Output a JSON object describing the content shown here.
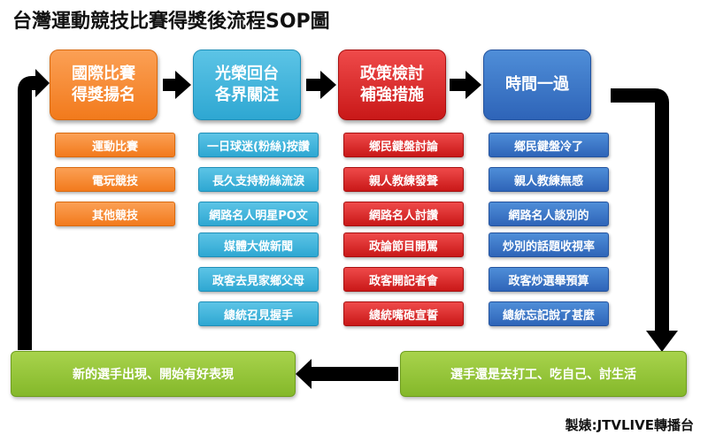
{
  "title": "台灣運動競技比賽得獎後流程SOP圖",
  "credit": "製婊:JTVLIVE轉播台",
  "steps": [
    {
      "label": "國際比賽得獎揚名",
      "color": "#f58220",
      "items": [
        "運動比賽",
        "電玩競技",
        "其他競技"
      ]
    },
    {
      "label": "光榮回台各界關注",
      "color": "#2ea7d2",
      "items": [
        "一日球迷(粉絲)按讚",
        "長久支持粉絲流淚",
        "網路名人明星PO文",
        "媒體大做新聞",
        "政客去見家鄉父母",
        "總統召見握手"
      ]
    },
    {
      "label": "政策檢討補強措施",
      "color": "#c91818",
      "items": [
        "鄉民鍵盤討論",
        "親人教練發聲",
        "網路名人討讚",
        "政論節目開罵",
        "政客開記者會",
        "總統嘴砲宣誓"
      ]
    },
    {
      "label": "時間一過",
      "color": "#2e64b8",
      "items": [
        "鄉民鍵盤冷了",
        "親人教練無感",
        "網路名人談別的",
        "炒別的話題收視率",
        "政客炒選舉預算",
        "總統忘記說了甚麼"
      ]
    }
  ],
  "bottom": {
    "left": "新的選手出現、開始有好表現",
    "right": "選手還是去打工、吃自己、討生活",
    "color": "#8cc63f"
  }
}
